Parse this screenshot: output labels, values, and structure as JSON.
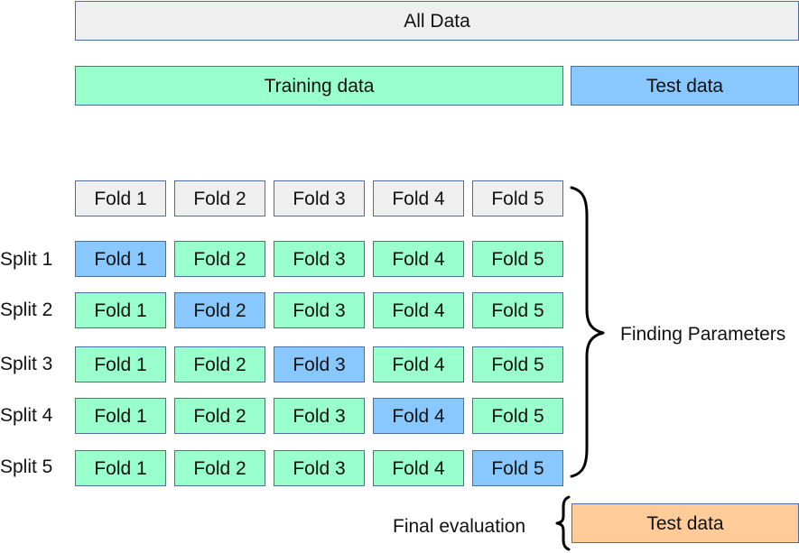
{
  "all_data": "All Data",
  "training_data": "Training data",
  "test_data_top": "Test data",
  "fold_header": [
    "Fold 1",
    "Fold 2",
    "Fold 3",
    "Fold 4",
    "Fold 5"
  ],
  "splits": [
    {
      "label": "Split 1",
      "folds": [
        "Fold 1",
        "Fold 2",
        "Fold 3",
        "Fold 4",
        "Fold 5"
      ],
      "test_fold": 1
    },
    {
      "label": "Split 2",
      "folds": [
        "Fold 1",
        "Fold 2",
        "Fold 3",
        "Fold 4",
        "Fold 5"
      ],
      "test_fold": 2
    },
    {
      "label": "Split 3",
      "folds": [
        "Fold 1",
        "Fold 2",
        "Fold 3",
        "Fold 4",
        "Fold 5"
      ],
      "test_fold": 3
    },
    {
      "label": "Split 4",
      "folds": [
        "Fold 1",
        "Fold 2",
        "Fold 3",
        "Fold 4",
        "Fold 5"
      ],
      "test_fold": 4
    },
    {
      "label": "Split 5",
      "folds": [
        "Fold 1",
        "Fold 2",
        "Fold 3",
        "Fold 4",
        "Fold 5"
      ],
      "test_fold": 5
    }
  ],
  "finding_parameters": "Finding Parameters",
  "final_evaluation": "Final evaluation",
  "test_data_bottom": "Test data",
  "colors": {
    "gray": "#efefef",
    "training": "#99ffcc",
    "test": "#88c8ff",
    "final_test": "#ffcc99",
    "border": "#4a6fa5"
  }
}
